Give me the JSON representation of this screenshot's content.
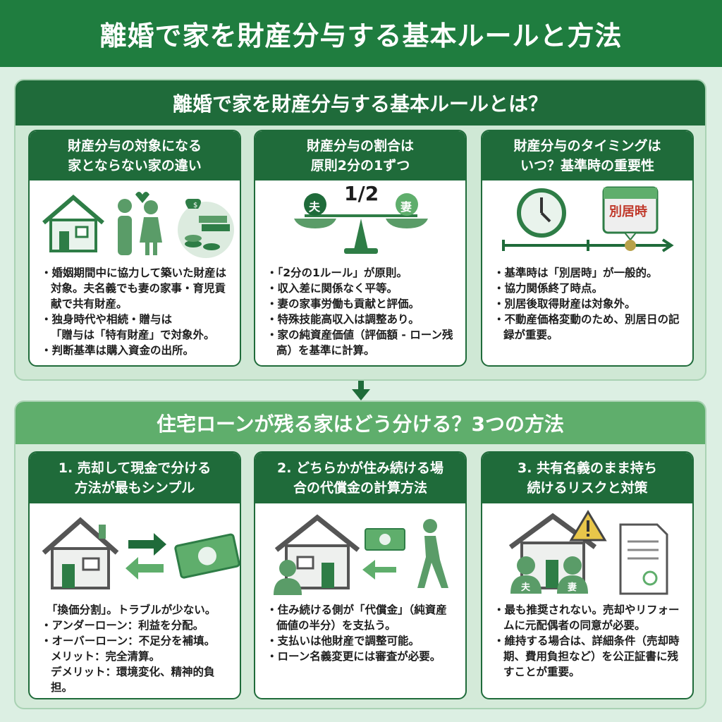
{
  "title": "離婚で家を財産分与する基本ルールと方法",
  "section1": {
    "title": "離婚で家を財産分与する基本ルールとは？",
    "cards": [
      {
        "title_line1": "財産分与の対象になる",
        "title_line2": "家とならない家の違い",
        "items": [
          "婚姻期間中に協力して築いた財産は対象。夫名義でも妻の家事・育児貢献で共有財産。",
          "独身時代や相続・贈与は",
          "「贈与は「特有財産」で対象外。",
          "判断基準は購入資金の出所。"
        ]
      },
      {
        "title_line1": "財産分与の割合は",
        "title_line2": "原則2分の1ずつ",
        "fraction": "1/2",
        "husband": "夫",
        "wife": "妻",
        "items": [
          "「2分の1ルール」が原則。",
          "収入差に関係なく平等。",
          "妻の家事労働も貢献と評価。",
          "特殊技能高収入は調整あり。",
          "家の純資産価値（評価額 - ローン残高）を基準に計算。"
        ]
      },
      {
        "title_line1": "財産分与のタイミングは",
        "title_line2": "いつ？基準時の重要性",
        "calendar_label": "別居時",
        "items": [
          "基準時は「別居時」が一般的。",
          "協力関係終了時点。",
          "別居後取得財産は対象外。",
          "不動産価格変動のため、別居日の記録が重要。"
        ]
      }
    ]
  },
  "section2": {
    "title": "住宅ローンが残る家はどう分ける？3つの方法",
    "cards": [
      {
        "title_line1": "1. 売却して現金で分ける",
        "title_line2": "方法が最もシンプル",
        "items": [
          "「換価分割」。トラブルが少ない。",
          "アンダーローン：利益を分配。",
          "オーバーローン：不足分を補填。",
          "メリット：完全清算。",
          "デメリット：環境変化、精神的負担。"
        ]
      },
      {
        "title_line1": "2. どちらかが住み続ける場",
        "title_line2": "合の代償金の計算方法",
        "items": [
          "住み続ける側が「代償金」（純資産価値の半分）を支払う。",
          "支払いは他財産で調整可能。",
          "ローン名義変更には審査が必要。"
        ]
      },
      {
        "title_line1": "3. 共有名義のまま持ち",
        "title_line2": "続けるリスクと対策",
        "husband": "夫",
        "wife": "妻",
        "items": [
          "最も推奨されない。売却やリフォームに元配偶者の同意が必要。",
          "維持する場合は、詳細条件（売却時期、費用負担など）を公正証書に残すことが重要。"
        ]
      }
    ]
  },
  "colors": {
    "dark_green": "#1f6b3a",
    "title_green": "#1f7d3f",
    "light_green": "#5fae6c",
    "accent_red": "#c0392b",
    "gold": "#b8a24a"
  }
}
